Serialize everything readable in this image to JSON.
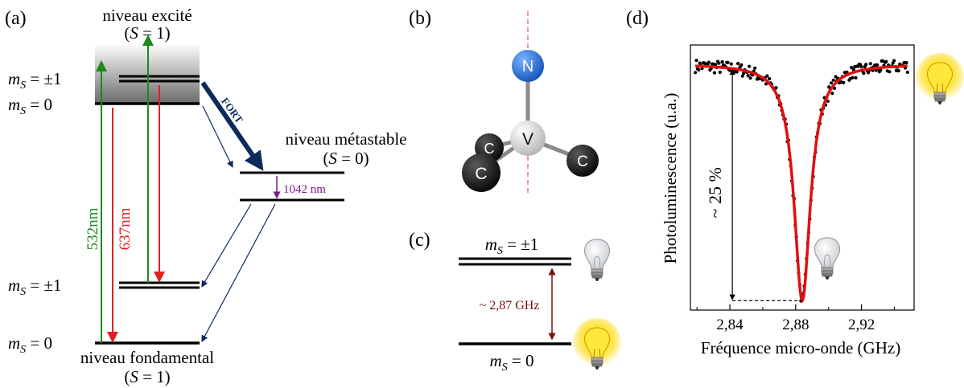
{
  "panel_a": {
    "label": "(a)",
    "excited": {
      "title": "niveau excité",
      "spin_prefix": "(",
      "spin_var": "S",
      "spin_value": " = 1)"
    },
    "excited_levels": [
      {
        "var": "m",
        "sub": "S",
        "value": " = ±1"
      },
      {
        "var": "m",
        "sub": "S",
        "value": " = 0"
      }
    ],
    "ground_levels": [
      {
        "var": "m",
        "sub": "S",
        "value": " = ±1"
      },
      {
        "var": "m",
        "sub": "S",
        "value": " = 0"
      }
    ],
    "metastable": {
      "title": "niveau métastable",
      "spin_prefix": "(",
      "spin_var": "S",
      "spin_value": " = 0)"
    },
    "ground": {
      "title": "niveau fondamental",
      "spin_prefix": "(",
      "spin_var": "S",
      "spin_value": " = 1)"
    },
    "laser_green": "532nm",
    "laser_red": "637nm",
    "isc_label": "FORT",
    "ir_label": "1042 nm",
    "colors": {
      "green": "#1a8a1a",
      "red": "#e02020",
      "navy": "#0d2a5c",
      "purple": "#7a1a8a"
    }
  },
  "panel_b": {
    "label": "(b)",
    "atoms": {
      "nitrogen": "N",
      "vacancy": "V",
      "carbon": "C"
    },
    "colors": {
      "nitrogen": "#1e6fe0",
      "vacancy": "#d8d8d8",
      "carbon": "#0a0a0a",
      "axis": "#f08080"
    }
  },
  "panel_c": {
    "label": "(c)",
    "upper": {
      "var": "m",
      "sub": "S",
      "value": " = ±1"
    },
    "lower": {
      "var": "m",
      "sub": "S",
      "value": " = 0"
    },
    "splitting": "~ 2,87 GHz",
    "icons": [
      "bulb-off-icon",
      "bulb-on-icon"
    ],
    "colors": {
      "splitting": "#7a1010"
    }
  },
  "panel_d": {
    "label": "(d)",
    "xlabel": "Fréquence micro-onde (GHz)",
    "ylabel": "Photoluminescence (u.a.)",
    "contrast_label": "~ 25 %",
    "icons": [
      "bulb-on-icon",
      "bulb-off-icon"
    ]
  },
  "chart_data": {
    "type": "scatter",
    "xlabel": "Fréquence micro-onde (GHz)",
    "ylabel": "Photoluminescence (u.a.)",
    "xticks": [
      "2,84",
      "2,88",
      "2,92"
    ],
    "xtick_values": [
      2.84,
      2.88,
      2.92
    ],
    "xlim": [
      2.816,
      2.952
    ],
    "ylim": [
      0.74,
      1.02
    ],
    "yticks_shown": false,
    "series": [],
    "fit": {
      "model": "lorentzian",
      "baseline": 1.0,
      "center": 2.884,
      "depth": 0.25,
      "fwhm": 0.012,
      "color": "#e01010"
    },
    "annotation": "~ 25 %",
    "point_color": "#000000"
  }
}
